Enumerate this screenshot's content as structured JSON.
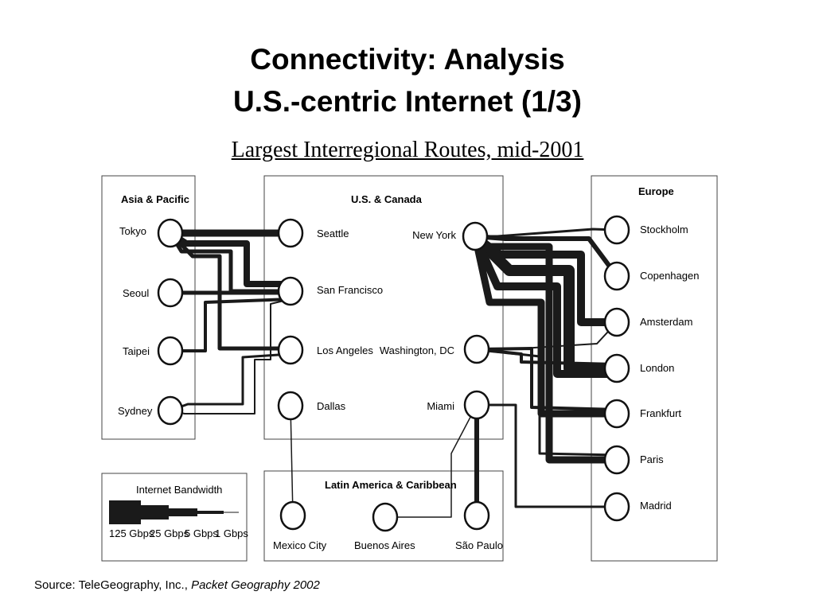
{
  "title_line1": "Connectivity: Analysis",
  "title_line2": "U.S.-centric Internet (1/3)",
  "subtitle": "Largest Interregional Routes, mid-2001",
  "regions": {
    "asia": "Asia & Pacific",
    "us": "U.S. & Canada",
    "europe": "Europe",
    "latam": "Latin America & Caribbean"
  },
  "cities": {
    "tokyo": "Tokyo",
    "seoul": "Seoul",
    "taipei": "Taipei",
    "sydney": "Sydney",
    "seattle": "Seattle",
    "sanfrancisco": "San Francisco",
    "losangeles": "Los Angeles",
    "dallas": "Dallas",
    "newyork": "New York",
    "washington": "Washington, DC",
    "miami": "Miami",
    "stockholm": "Stockholm",
    "copenhagen": "Copenhagen",
    "amsterdam": "Amsterdam",
    "london": "London",
    "frankfurt": "Frankfurt",
    "paris": "Paris",
    "madrid": "Madrid",
    "mexicocity": "Mexico City",
    "buenosaires": "Buenos Aires",
    "saopaulo": "São Paulo"
  },
  "legend": {
    "title": "Internet Bandwidth",
    "labels": [
      "125 Gbps",
      "25 Gbps",
      "5 Gbps",
      "1 Gbps"
    ]
  },
  "source_prefix": "Source: TeleGeography, Inc., ",
  "source_title": "Packet Geography 2002"
}
